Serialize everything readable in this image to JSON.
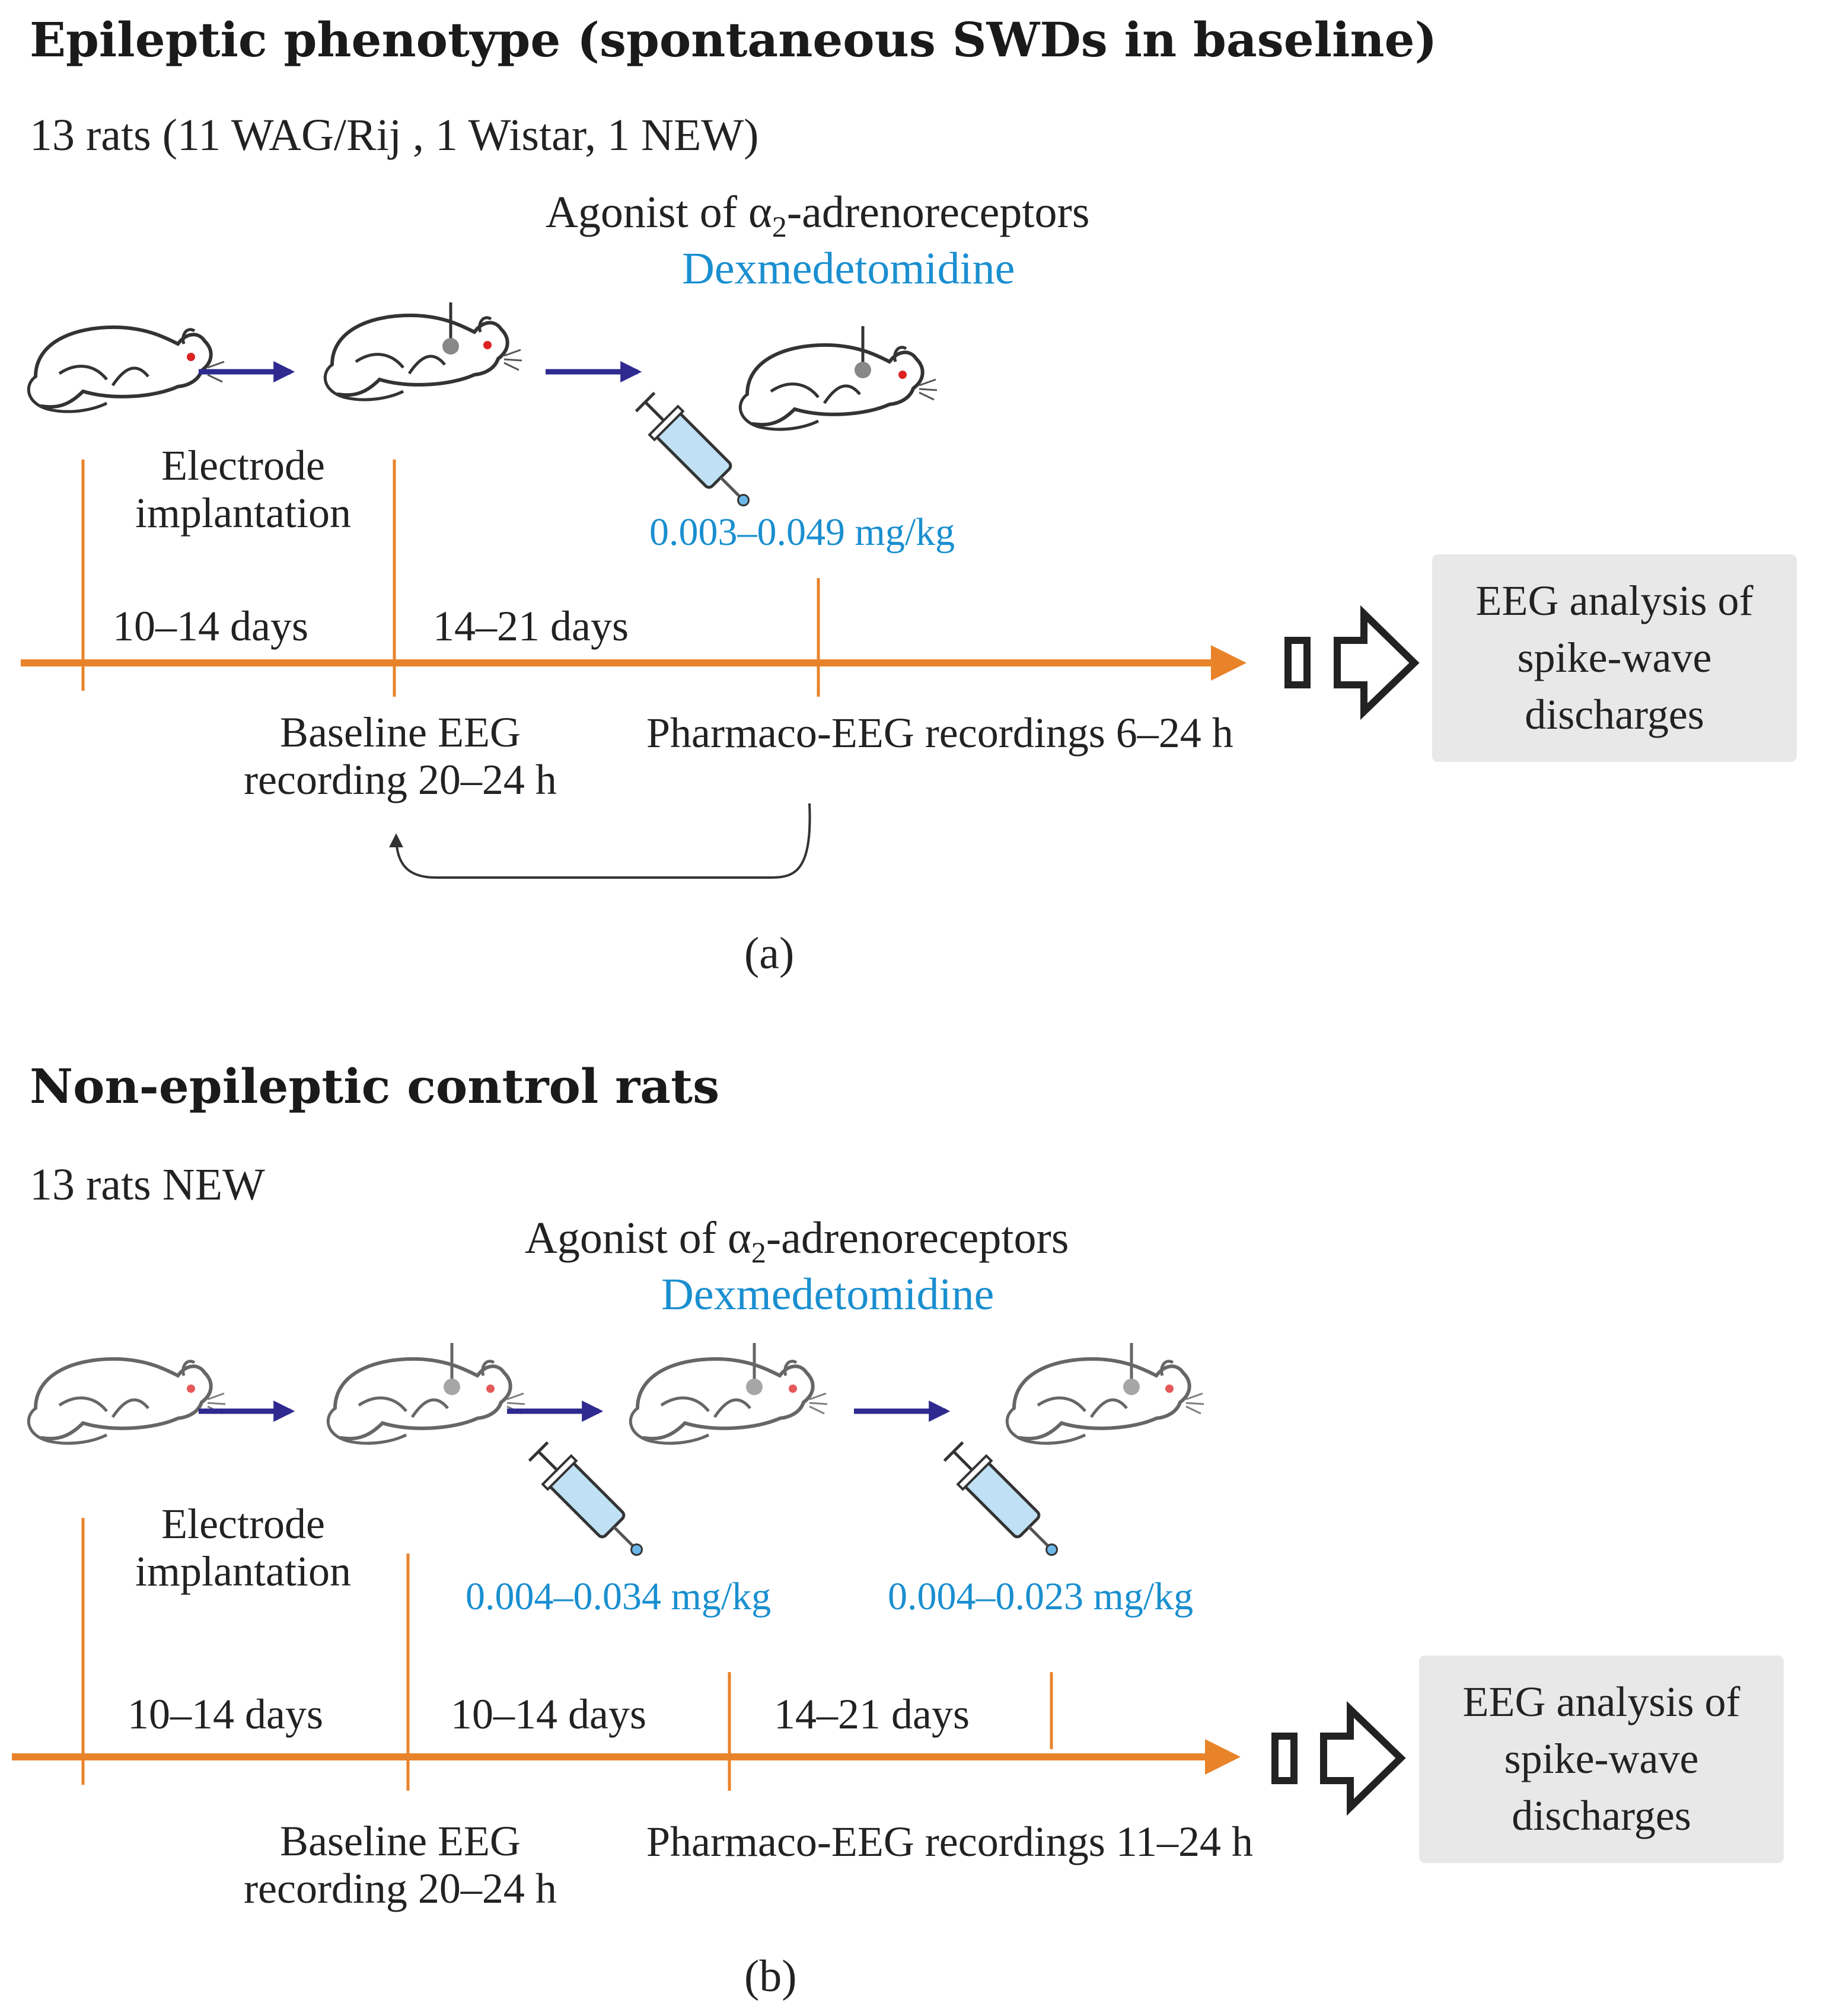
{
  "panel_a": {
    "title": "Epileptic phenotype (spontaneous SWDs in baseline)",
    "subtitle": "13 rats (11 WAG/Rij , 1 Wistar, 1 NEW)",
    "agonist_prefix": "Agonist of α",
    "agonist_sub": "2",
    "agonist_suffix": "-adrenoreceptors",
    "drug": "Dexmedetomidine",
    "step1_line1": "Electrode",
    "step1_line2": "implantation",
    "dose": "0.003–0.049 mg/kg",
    "interval1": "10–14 days",
    "interval2": "14–21 days",
    "baseline_line1": "Baseline EEG",
    "baseline_line2": "recording 20–24 h",
    "pharmaco": "Pharmaco-EEG recordings 6–24 h",
    "eeg_line1": "EEG analysis of",
    "eeg_line2": "spike-wave",
    "eeg_line3": "discharges",
    "caption": "(a)"
  },
  "panel_b": {
    "title": "Non-epileptic control rats",
    "subtitle": "13 rats NEW",
    "agonist_prefix": "Agonist of α",
    "agonist_sub": "2",
    "agonist_suffix": "-adrenoreceptors",
    "drug": "Dexmedetomidine",
    "step1_line1": "Electrode",
    "step1_line2": "implantation",
    "dose1": "0.004–0.034 mg/kg",
    "dose2": "0.004–0.023 mg/kg",
    "interval1": "10–14 days",
    "interval2": "10–14 days",
    "interval3": "14–21 days",
    "baseline_line1": "Baseline EEG",
    "baseline_line2": "recording 20–24 h",
    "pharmaco": "Pharmaco-EEG recordings 11–24 h",
    "eeg_line1": "EEG analysis of",
    "eeg_line2": "spike-wave",
    "eeg_line3": "discharges",
    "caption": "(b)"
  },
  "colors": {
    "timeline": "#e8832a",
    "dose_text": "#1a8fd0",
    "step_arrow": "#2e2a8f",
    "eeg_box": "#e8e8e8"
  },
  "icons": [
    "rat-icon",
    "rat-with-electrode-icon",
    "syringe-icon",
    "step-arrow-icon",
    "hollow-arrow-icon"
  ]
}
